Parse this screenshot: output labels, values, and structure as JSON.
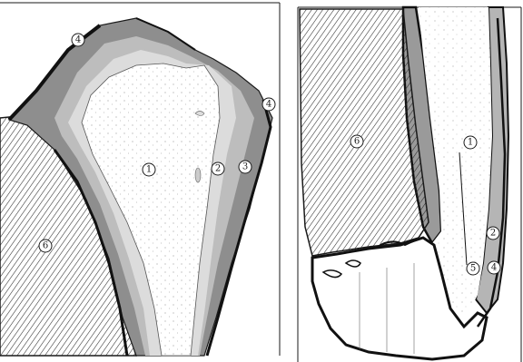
{
  "figure": {
    "left_panel": {
      "labels": [
        {
          "id": "l1",
          "text": "1"
        },
        {
          "id": "l2",
          "text": "2"
        },
        {
          "id": "l3",
          "text": "3"
        },
        {
          "id": "l4a",
          "text": "4"
        },
        {
          "id": "l4b",
          "text": "4"
        },
        {
          "id": "l6",
          "text": "6"
        }
      ]
    },
    "right_panel": {
      "labels": [
        {
          "id": "r1",
          "text": "1"
        },
        {
          "id": "r6",
          "text": "6"
        },
        {
          "id": "r2",
          "text": "2"
        },
        {
          "id": "r5",
          "text": "5"
        },
        {
          "id": "r4",
          "text": "4"
        }
      ]
    },
    "colors": {
      "ink": "#1a1a1a",
      "hatch": "#2a2a2a",
      "layer_dark": "#6f6f6f",
      "layer_mid": "#a9a9a9",
      "layer_light": "#d9d9d9",
      "paper": "#ffffff"
    }
  }
}
